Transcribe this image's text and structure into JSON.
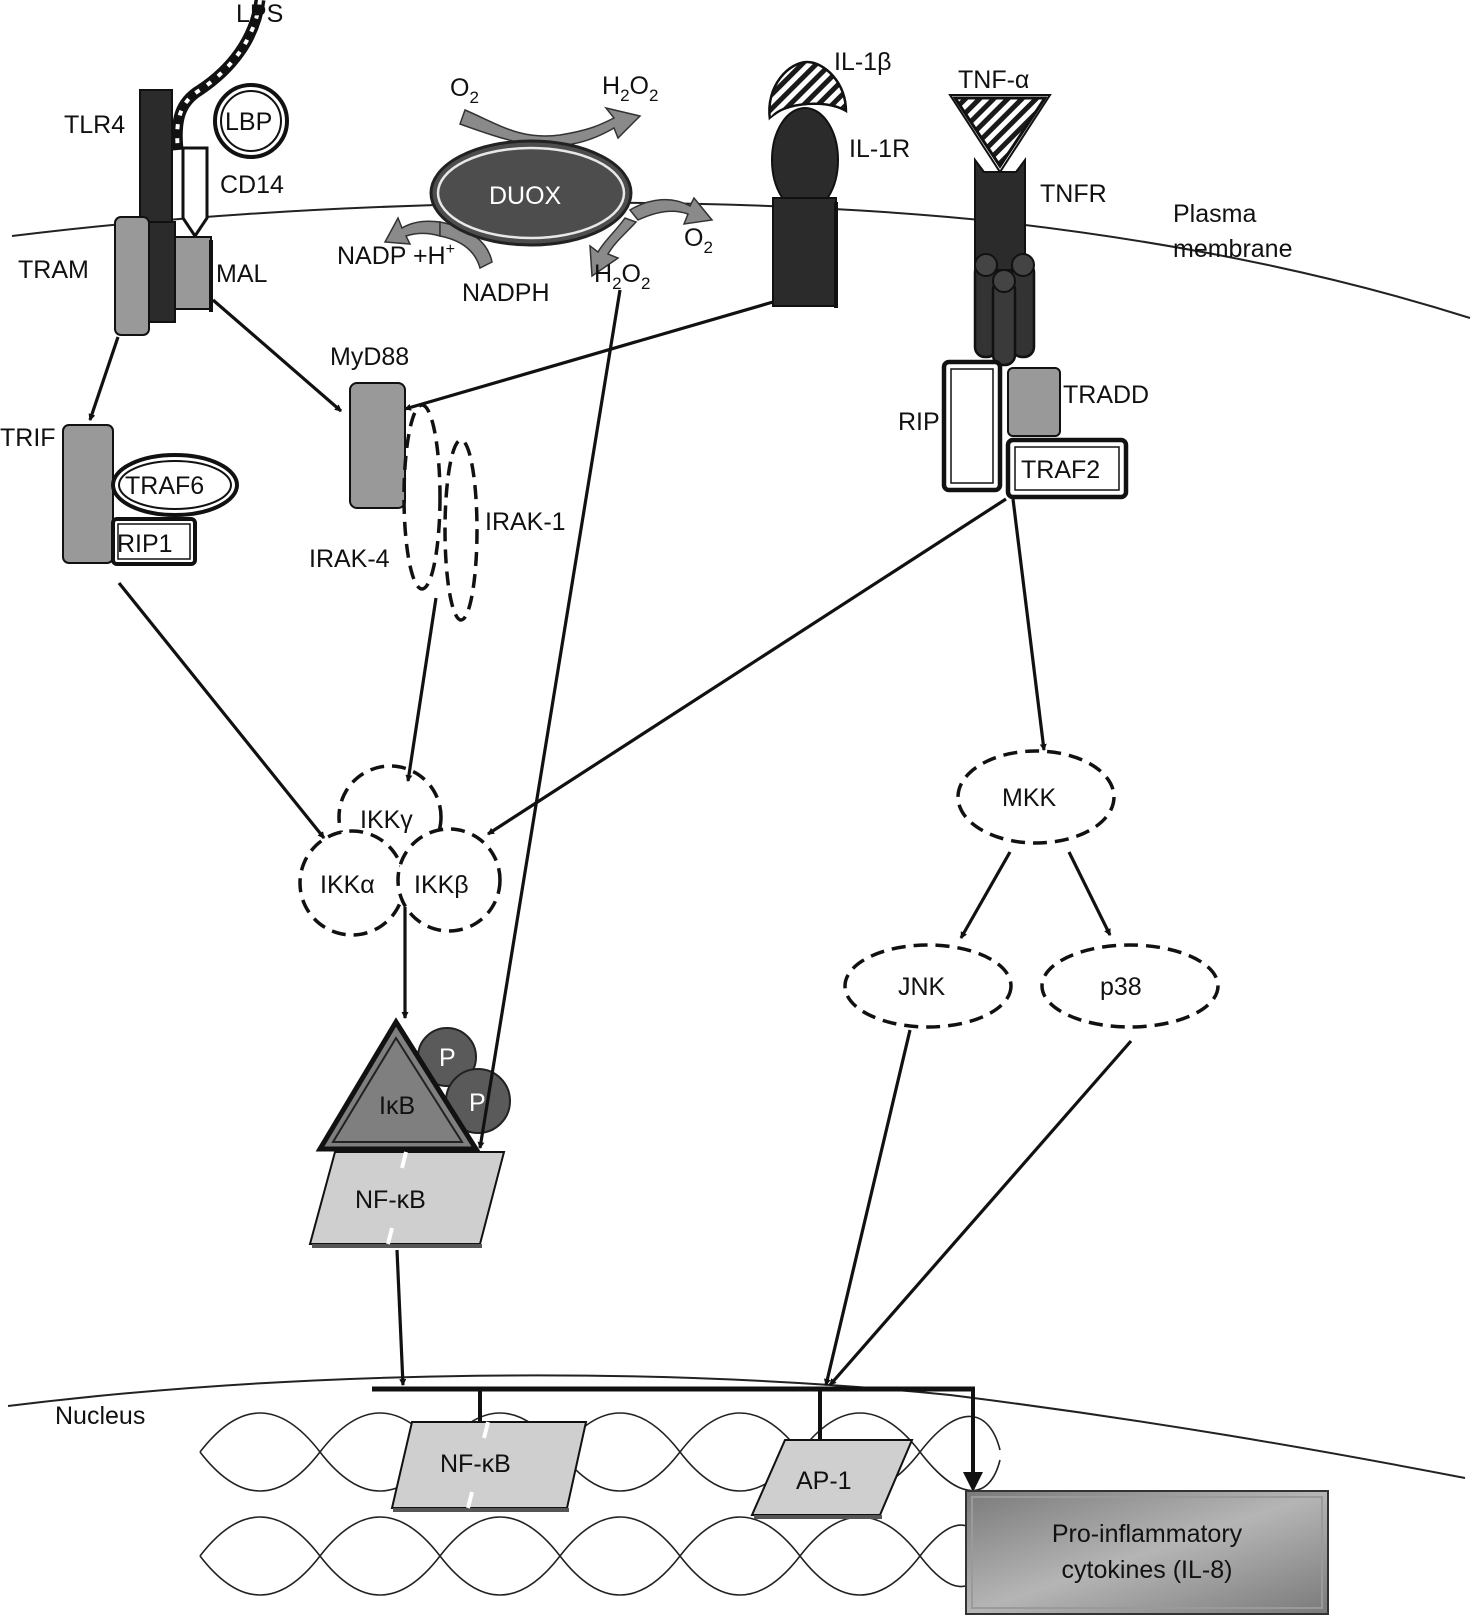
{
  "labels": {
    "lps": "LPS",
    "tlr4": "TLR4",
    "lbp": "LBP",
    "cd14": "CD14",
    "tram": "TRAM",
    "mal": "MAL",
    "o2_top": "O",
    "h2o2_top": "H",
    "duox": "DUOX",
    "nadp": "NADP +H",
    "nadph": "NADPH",
    "h2o2_bottom": "H",
    "o2_right": "O",
    "il1b": "IL-1β",
    "il1r": "IL-1R",
    "tnfa": "TNF-α",
    "tnfr": "TNFR",
    "plasma_membrane_1": "Plasma",
    "plasma_membrane_2": "membrane",
    "myd88": "MyD88",
    "trif": "TRIF",
    "traf6": "TRAF6",
    "rip1": "RIP1",
    "irak4": "IRAK-4",
    "irak1": "IRAK-1",
    "rip": "RIP",
    "tradd": "TRADD",
    "traf2": "TRAF2",
    "ikkg": "IKKγ",
    "ikka": "IKKα",
    "ikkb": "IKKβ",
    "mkk": "MKK",
    "jnk": "JNK",
    "p38": "p38",
    "p": "P",
    "ikb": "IκB",
    "nfkb_cyto": "NF-κB",
    "nucleus": "Nucleus",
    "nfkb_nuc": "NF-κB",
    "ap1": "AP-1",
    "cytokines_1": "Pro-inflammatory",
    "cytokines_2": "cytokines (IL-8)"
  },
  "subscripts": {
    "two": "2",
    "plus": "+"
  },
  "colors": {
    "dark_receptor": "#2b2b2b",
    "adaptor_gray": "#999999",
    "duox_fill": "#4d4d4d",
    "arc_gray": "#8a8a8a",
    "ikb_fill": "#7f7f7f",
    "nfkb_fill": "#cfcfcf",
    "p_circle": "#5a5a5a",
    "cytokine_box": "#8c8c8c"
  }
}
